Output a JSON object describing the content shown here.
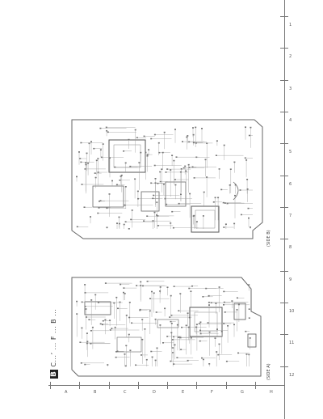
{
  "document": {
    "section_badge": "B",
    "section_title": "C...’ ... F ... B ...",
    "board_a_label": "(SIDE A)",
    "board_b_label": "(SIDE B)"
  },
  "grid": {
    "columns": [
      "A",
      "B",
      "C",
      "D",
      "E",
      "F",
      "G",
      "H"
    ],
    "rows": [
      "1",
      "2",
      "3",
      "4",
      "5",
      "6",
      "7",
      "8",
      "9",
      "10",
      "11",
      "12"
    ]
  }
}
